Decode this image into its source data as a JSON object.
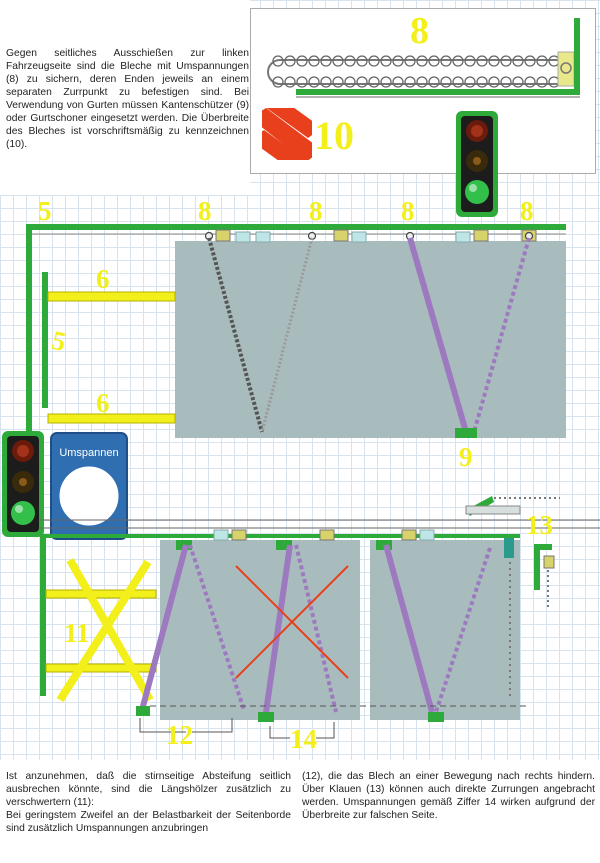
{
  "intro_text": "Gegen seitliches Ausschießen zur linken Fahrzeugseite sind die Bleche mit Umspannungen (8) zu sichern, deren Enden jeweils an einem separaten Zurrpunkt zu befestigen sind. Bei Verwendung von Gurten müssen Kantenschützer (9) oder Gurtschoner eingesetzt werden. Die Überbreite des Bleches ist vorschriftsmäßig zu kennzeichnen (10).",
  "bottom_text_left_1": "Ist anzunehmen, daß die stirnseitige Absteifung seitlich ausbrechen könnte, sind die Längshölzer zusätzlich zu verschwertern (11):",
  "bottom_text_left_2": "Bei geringstem Zweifel an der Belastbarkeit der Seitenborde sind zusätzlich Umspannungen anzubringen",
  "bottom_text_right": "(12), die das Blech an einer Bewegung nach rechts hindern. Über Klauen (13) können auch direkte Zurrungen angebracht werden. Umspannungen gemäß Ziffer 14 wirken aufgrund der Überbreite zur falschen Seite.",
  "sign_label": "Umspannen",
  "labels": {
    "n8_top": "8",
    "n10": "10",
    "n5_a": "5",
    "n5_b": "5",
    "n8_a": "8",
    "n8_b": "8",
    "n8_c": "8",
    "n8_d": "8",
    "n6_a": "6",
    "n6_b": "6",
    "n9": "9",
    "n11": "11",
    "n12": "12",
    "n13": "13",
    "n14": "14"
  },
  "colors": {
    "plate": "#a9bcbd",
    "green": "#2eaa3a",
    "yellow": "#f2ef1a",
    "purple": "#9d7ac0",
    "red": "#e8401c",
    "sign_blue": "#2f6fb1"
  }
}
